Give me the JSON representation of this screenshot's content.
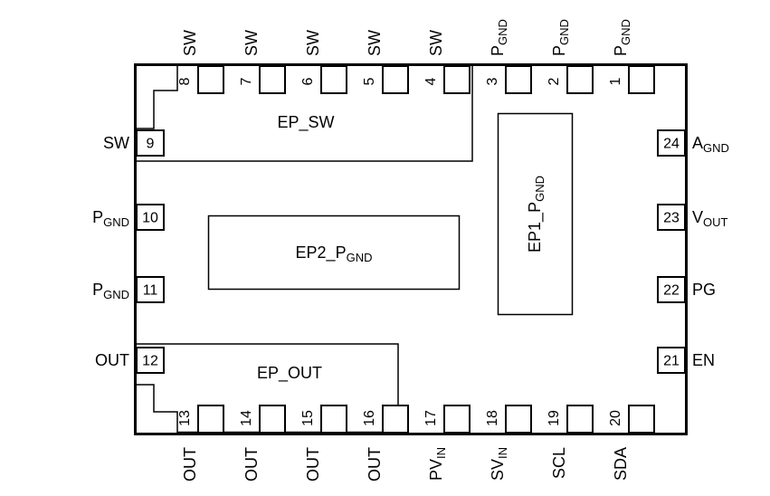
{
  "figure": {
    "type": "ic-package-pinout",
    "package_pin_count": 24,
    "colors": {
      "line": "#000000",
      "background": "#ffffff"
    }
  },
  "pins": {
    "top": [
      {
        "num": "8",
        "name": {
          "base": "SW",
          "sub": ""
        }
      },
      {
        "num": "7",
        "name": {
          "base": "SW",
          "sub": ""
        }
      },
      {
        "num": "6",
        "name": {
          "base": "SW",
          "sub": ""
        }
      },
      {
        "num": "5",
        "name": {
          "base": "SW",
          "sub": ""
        }
      },
      {
        "num": "4",
        "name": {
          "base": "SW",
          "sub": ""
        }
      },
      {
        "num": "3",
        "name": {
          "base": "P",
          "sub": "GND"
        }
      },
      {
        "num": "2",
        "name": {
          "base": "P",
          "sub": "GND"
        }
      },
      {
        "num": "1",
        "name": {
          "base": "P",
          "sub": "GND"
        }
      }
    ],
    "bottom": [
      {
        "num": "13",
        "name": {
          "base": "OUT",
          "sub": ""
        }
      },
      {
        "num": "14",
        "name": {
          "base": "OUT",
          "sub": ""
        }
      },
      {
        "num": "15",
        "name": {
          "base": "OUT",
          "sub": ""
        }
      },
      {
        "num": "16",
        "name": {
          "base": "OUT",
          "sub": ""
        }
      },
      {
        "num": "17",
        "name": {
          "base": "PV",
          "sub": "IN"
        }
      },
      {
        "num": "18",
        "name": {
          "base": "SV",
          "sub": "IN"
        }
      },
      {
        "num": "19",
        "name": {
          "base": "SCL",
          "sub": ""
        }
      },
      {
        "num": "20",
        "name": {
          "base": "SDA",
          "sub": ""
        }
      }
    ],
    "left": [
      {
        "num": "9",
        "name": {
          "base": "SW",
          "sub": ""
        }
      },
      {
        "num": "10",
        "name": {
          "base": "P",
          "sub": "GND"
        }
      },
      {
        "num": "11",
        "name": {
          "base": "P",
          "sub": "GND"
        }
      },
      {
        "num": "12",
        "name": {
          "base": "OUT",
          "sub": ""
        }
      }
    ],
    "right": [
      {
        "num": "24",
        "name": {
          "base": "A",
          "sub": "GND"
        }
      },
      {
        "num": "23",
        "name": {
          "base": "V",
          "sub": "OUT"
        }
      },
      {
        "num": "22",
        "name": {
          "base": "PG",
          "sub": ""
        }
      },
      {
        "num": "21",
        "name": {
          "base": "EN",
          "sub": ""
        }
      }
    ]
  },
  "pads": [
    {
      "id": "ep_sw",
      "label": {
        "base": "EP_SW",
        "sub": ""
      }
    },
    {
      "id": "ep1_pgnd",
      "label": {
        "base": "EP1_P",
        "sub": "GND"
      }
    },
    {
      "id": "ep2_pgnd",
      "label": {
        "base": "EP2_P",
        "sub": "GND"
      }
    },
    {
      "id": "ep_out",
      "label": {
        "base": "EP_OUT",
        "sub": ""
      }
    }
  ]
}
